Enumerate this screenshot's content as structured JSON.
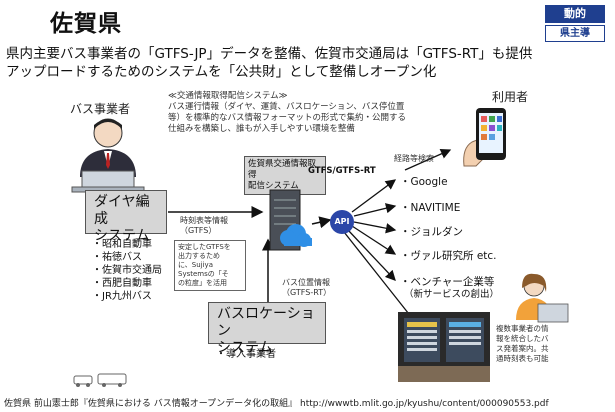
{
  "header": {
    "title": "佐賀県",
    "badge_type": "動的",
    "badge_lead": "県主導"
  },
  "lead": {
    "line1": "県内主要バス事業者の「GTFS-JP」データを整備、佐賀市交通局は「GTFS-RT」も提供",
    "line2": "アップロードするためのシステムを「公共財」として整備しオープン化"
  },
  "diagram": {
    "operators_label": "バス事業者",
    "system_note_title": "≪交通情報取得配信システム≫",
    "system_note_lines": [
      "バス運行情報（ダイヤ、運賃、バスロケーション、バス停位置",
      "等）を標準的なバス情報フォーマットの形式で集約・公開する",
      "仕組みを構築し、誰もが入手しやすい環境を整備"
    ],
    "users_label": "利用者",
    "schedule_system_line1": "ダイヤ編成",
    "schedule_system_line2": "システム",
    "operators": [
      "・昭和自動車",
      "・祐徳バス",
      "・佐賀市交通局",
      "・西肥自動車",
      "・JR九州バス"
    ],
    "timetable_info_line1": "時刻表等情報",
    "timetable_info_line2": "（GTFS）",
    "sujiya_note": [
      "安定したGTFSを",
      "出力するため",
      "に、Sujiya",
      "Systemsの「そ",
      "の粒度」を活用"
    ],
    "server_label_line1": "佐賀県交通情報取得",
    "server_label_line2": "配信システム",
    "feed_label": "GTFS/GTFS-RT",
    "api_label": "API",
    "route_search_label": "経路等検索",
    "destinations": [
      "・Google",
      "・NAVITIME",
      "・ジョルダン",
      "・ヴァル研究所 etc.",
      "・ベンチャー企業等",
      "（新サービスの創出）"
    ],
    "position_info_line1": "バス位置情報",
    "position_info_line2": "（GTFS-RT）",
    "busloc_system_line1": "バスロケーション",
    "busloc_system_line2": "システム",
    "busloc_adopters": "・導入事業者",
    "signage_note": [
      "複数事業者の情",
      "報を統合したバ",
      "ス発着案内。共",
      "通時刻表も可能"
    ]
  },
  "footer": {
    "citation": "佐賀県 前山憲士郎『佐賀県における バス情報オープンデータ化の取組』 http://wwwtb.mlit.go.jp/kyushu/content/000090553.pdf"
  },
  "colors": {
    "badge": "#1f3f8f",
    "api": "#2b46a8",
    "cloud": "#2f8fe6",
    "box": "#d6d6d6"
  }
}
